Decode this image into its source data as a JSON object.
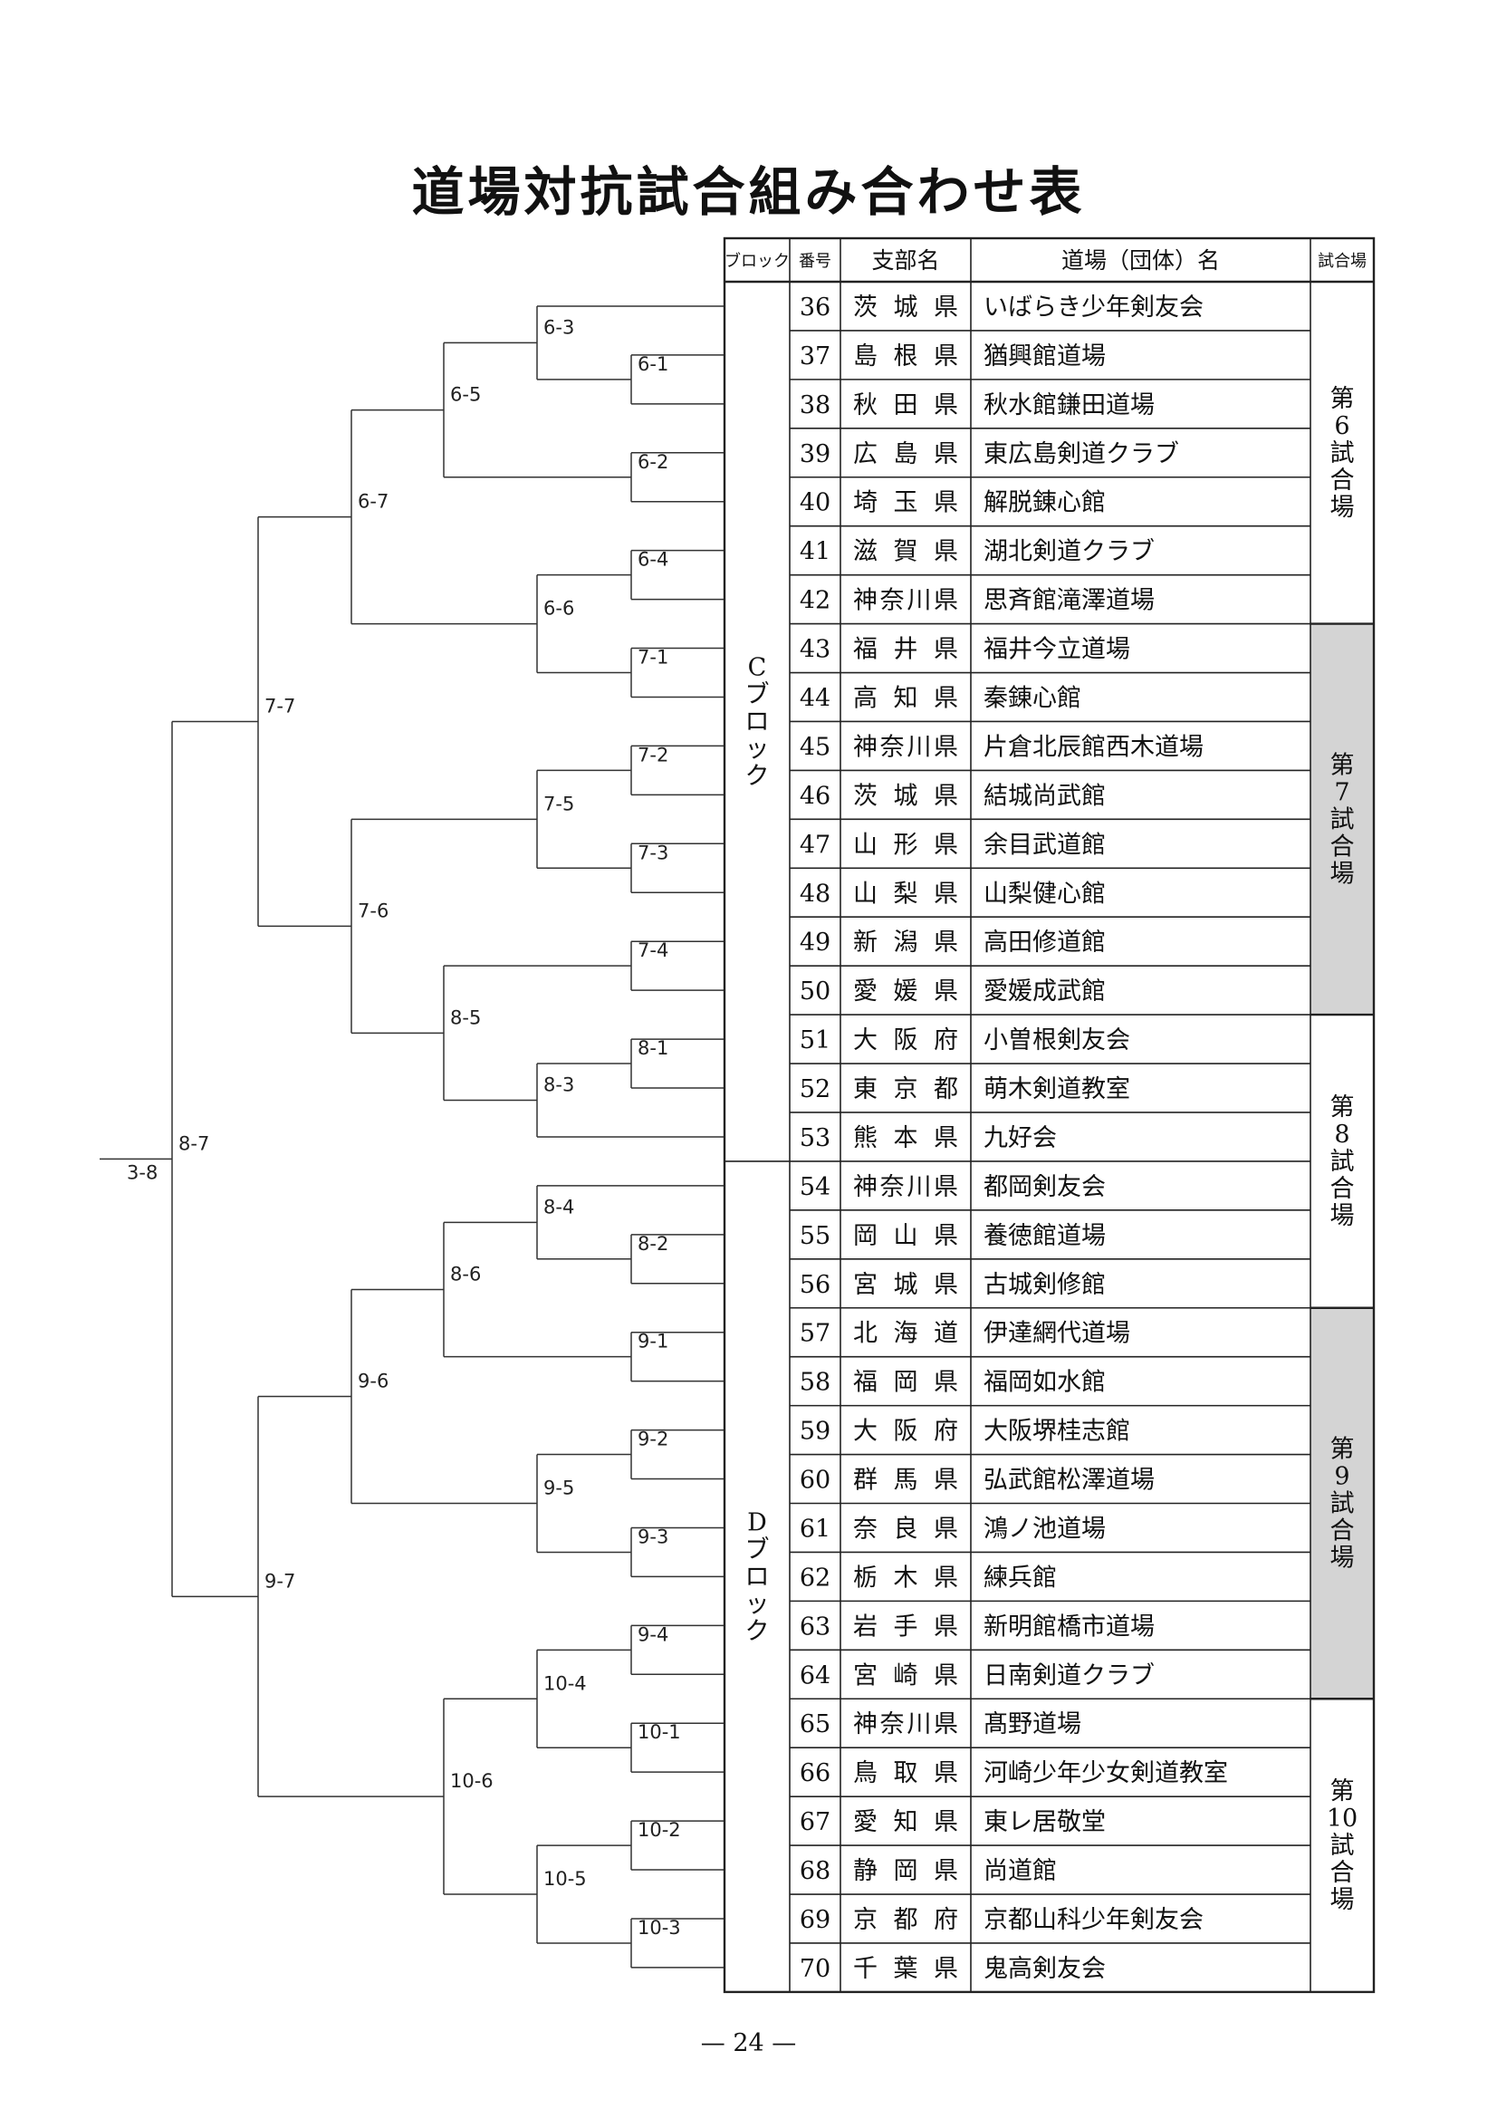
{
  "title": "道場対抗試合組み合わせ表",
  "headers": {
    "block": "ブロック",
    "number": "番号",
    "branch": "支部名",
    "dojo": "道場（団体）名",
    "venue": "試合場"
  },
  "blocks": [
    {
      "label": "Cブロック",
      "from": 0,
      "to": 18
    },
    {
      "label": "Dブロック",
      "from": 18,
      "to": 35
    }
  ],
  "venues": [
    {
      "label": "第6試合場",
      "from": 0,
      "to": 7,
      "shaded": false
    },
    {
      "label": "第7試合場",
      "from": 7,
      "to": 15,
      "shaded": true
    },
    {
      "label": "第8試合場",
      "from": 15,
      "to": 21,
      "shaded": false
    },
    {
      "label": "第9試合場",
      "from": 21,
      "to": 29,
      "shaded": true
    },
    {
      "label": "第10試合場",
      "from": 29,
      "to": 35,
      "shaded": false
    }
  ],
  "rows": [
    {
      "no": "36",
      "branch": "茨城県",
      "dojo": "いばらき少年剣友会"
    },
    {
      "no": "37",
      "branch": "島根県",
      "dojo": "猶興館道場"
    },
    {
      "no": "38",
      "branch": "秋田県",
      "dojo": "秋水館鎌田道場"
    },
    {
      "no": "39",
      "branch": "広島県",
      "dojo": "東広島剣道クラブ"
    },
    {
      "no": "40",
      "branch": "埼玉県",
      "dojo": "解脱錬心館"
    },
    {
      "no": "41",
      "branch": "滋賀県",
      "dojo": "湖北剣道クラブ"
    },
    {
      "no": "42",
      "branch": "神奈川県",
      "dojo": "思斉館滝澤道場"
    },
    {
      "no": "43",
      "branch": "福井県",
      "dojo": "福井今立道場"
    },
    {
      "no": "44",
      "branch": "高知県",
      "dojo": "秦錬心館"
    },
    {
      "no": "45",
      "branch": "神奈川県",
      "dojo": "片倉北辰館西木道場"
    },
    {
      "no": "46",
      "branch": "茨城県",
      "dojo": "結城尚武館"
    },
    {
      "no": "47",
      "branch": "山形県",
      "dojo": "余目武道館"
    },
    {
      "no": "48",
      "branch": "山梨県",
      "dojo": "山梨健心館"
    },
    {
      "no": "49",
      "branch": "新潟県",
      "dojo": "高田修道館"
    },
    {
      "no": "50",
      "branch": "愛媛県",
      "dojo": "愛媛成武館"
    },
    {
      "no": "51",
      "branch": "大阪府",
      "dojo": "小曽根剣友会"
    },
    {
      "no": "52",
      "branch": "東京都",
      "dojo": "萌木剣道教室"
    },
    {
      "no": "53",
      "branch": "熊本県",
      "dojo": "九好会"
    },
    {
      "no": "54",
      "branch": "神奈川県",
      "dojo": "都岡剣友会"
    },
    {
      "no": "55",
      "branch": "岡山県",
      "dojo": "養徳館道場"
    },
    {
      "no": "56",
      "branch": "宮城県",
      "dojo": "古城剣修館"
    },
    {
      "no": "57",
      "branch": "北海道",
      "dojo": "伊達網代道場"
    },
    {
      "no": "58",
      "branch": "福岡県",
      "dojo": "福岡如水館"
    },
    {
      "no": "59",
      "branch": "大阪府",
      "dojo": "大阪堺桂志館"
    },
    {
      "no": "60",
      "branch": "群馬県",
      "dojo": "弘武館松澤道場"
    },
    {
      "no": "61",
      "branch": "奈良県",
      "dojo": "鴻ノ池道場"
    },
    {
      "no": "62",
      "branch": "栃木県",
      "dojo": "練兵館"
    },
    {
      "no": "63",
      "branch": "岩手県",
      "dojo": "新明館橋市道場"
    },
    {
      "no": "64",
      "branch": "宮崎県",
      "dojo": "日南剣道クラブ"
    },
    {
      "no": "65",
      "branch": "神奈川県",
      "dojo": "髙野道場"
    },
    {
      "no": "66",
      "branch": "鳥取県",
      "dojo": "河崎少年少女剣道教室"
    },
    {
      "no": "67",
      "branch": "愛知県",
      "dojo": "東レ居敬堂"
    },
    {
      "no": "68",
      "branch": "静岡県",
      "dojo": "尚道館"
    },
    {
      "no": "69",
      "branch": "京都府",
      "dojo": "京都山科少年剣友会"
    },
    {
      "no": "70",
      "branch": "千葉県",
      "dojo": "鬼高剣友会"
    }
  ],
  "matches": [
    {
      "id": "6-1",
      "children": [
        1,
        2
      ]
    },
    {
      "id": "6-3",
      "children": [
        0,
        "6-1"
      ]
    },
    {
      "id": "6-2",
      "children": [
        3,
        4
      ]
    },
    {
      "id": "6-5",
      "children": [
        "6-3",
        "6-2"
      ]
    },
    {
      "id": "6-4",
      "children": [
        5,
        6
      ]
    },
    {
      "id": "7-1",
      "children": [
        7,
        8
      ]
    },
    {
      "id": "6-6",
      "children": [
        "6-4",
        "7-1"
      ]
    },
    {
      "id": "6-7",
      "children": [
        "6-5",
        "6-6"
      ]
    },
    {
      "id": "7-2",
      "children": [
        9,
        10
      ]
    },
    {
      "id": "7-3",
      "children": [
        11,
        12
      ]
    },
    {
      "id": "7-5",
      "children": [
        "7-2",
        "7-3"
      ]
    },
    {
      "id": "7-4",
      "children": [
        13,
        14
      ]
    },
    {
      "id": "8-1",
      "children": [
        15,
        16
      ]
    },
    {
      "id": "8-3",
      "children": [
        "8-1",
        17
      ]
    },
    {
      "id": "8-5",
      "children": [
        "7-4",
        "8-3"
      ]
    },
    {
      "id": "7-6",
      "children": [
        "7-5",
        "8-5"
      ]
    },
    {
      "id": "7-7",
      "children": [
        "6-7",
        "7-6"
      ]
    },
    {
      "id": "8-2",
      "children": [
        19,
        20
      ]
    },
    {
      "id": "8-4",
      "children": [
        18,
        "8-2"
      ]
    },
    {
      "id": "9-1",
      "children": [
        21,
        22
      ]
    },
    {
      "id": "8-6",
      "children": [
        "8-4",
        "9-1"
      ]
    },
    {
      "id": "9-2",
      "children": [
        23,
        24
      ]
    },
    {
      "id": "9-3",
      "children": [
        25,
        26
      ]
    },
    {
      "id": "9-5",
      "children": [
        "9-2",
        "9-3"
      ]
    },
    {
      "id": "9-6",
      "children": [
        "8-6",
        "9-5"
      ]
    },
    {
      "id": "9-4",
      "children": [
        27,
        28
      ]
    },
    {
      "id": "10-1",
      "children": [
        29,
        30
      ]
    },
    {
      "id": "10-4",
      "children": [
        "9-4",
        "10-1"
      ]
    },
    {
      "id": "10-2",
      "children": [
        31,
        32
      ]
    },
    {
      "id": "10-3",
      "children": [
        33,
        34
      ]
    },
    {
      "id": "10-5",
      "children": [
        "10-2",
        "10-3"
      ]
    },
    {
      "id": "10-6",
      "children": [
        "10-4",
        "10-5"
      ]
    },
    {
      "id": "9-7",
      "children": [
        "9-6",
        "10-6"
      ]
    },
    {
      "id": "8-7",
      "children": [
        "7-7",
        "9-7"
      ]
    },
    {
      "id": "3-8",
      "children": [
        "8-7"
      ]
    }
  ],
  "page_number": "— 24 —"
}
